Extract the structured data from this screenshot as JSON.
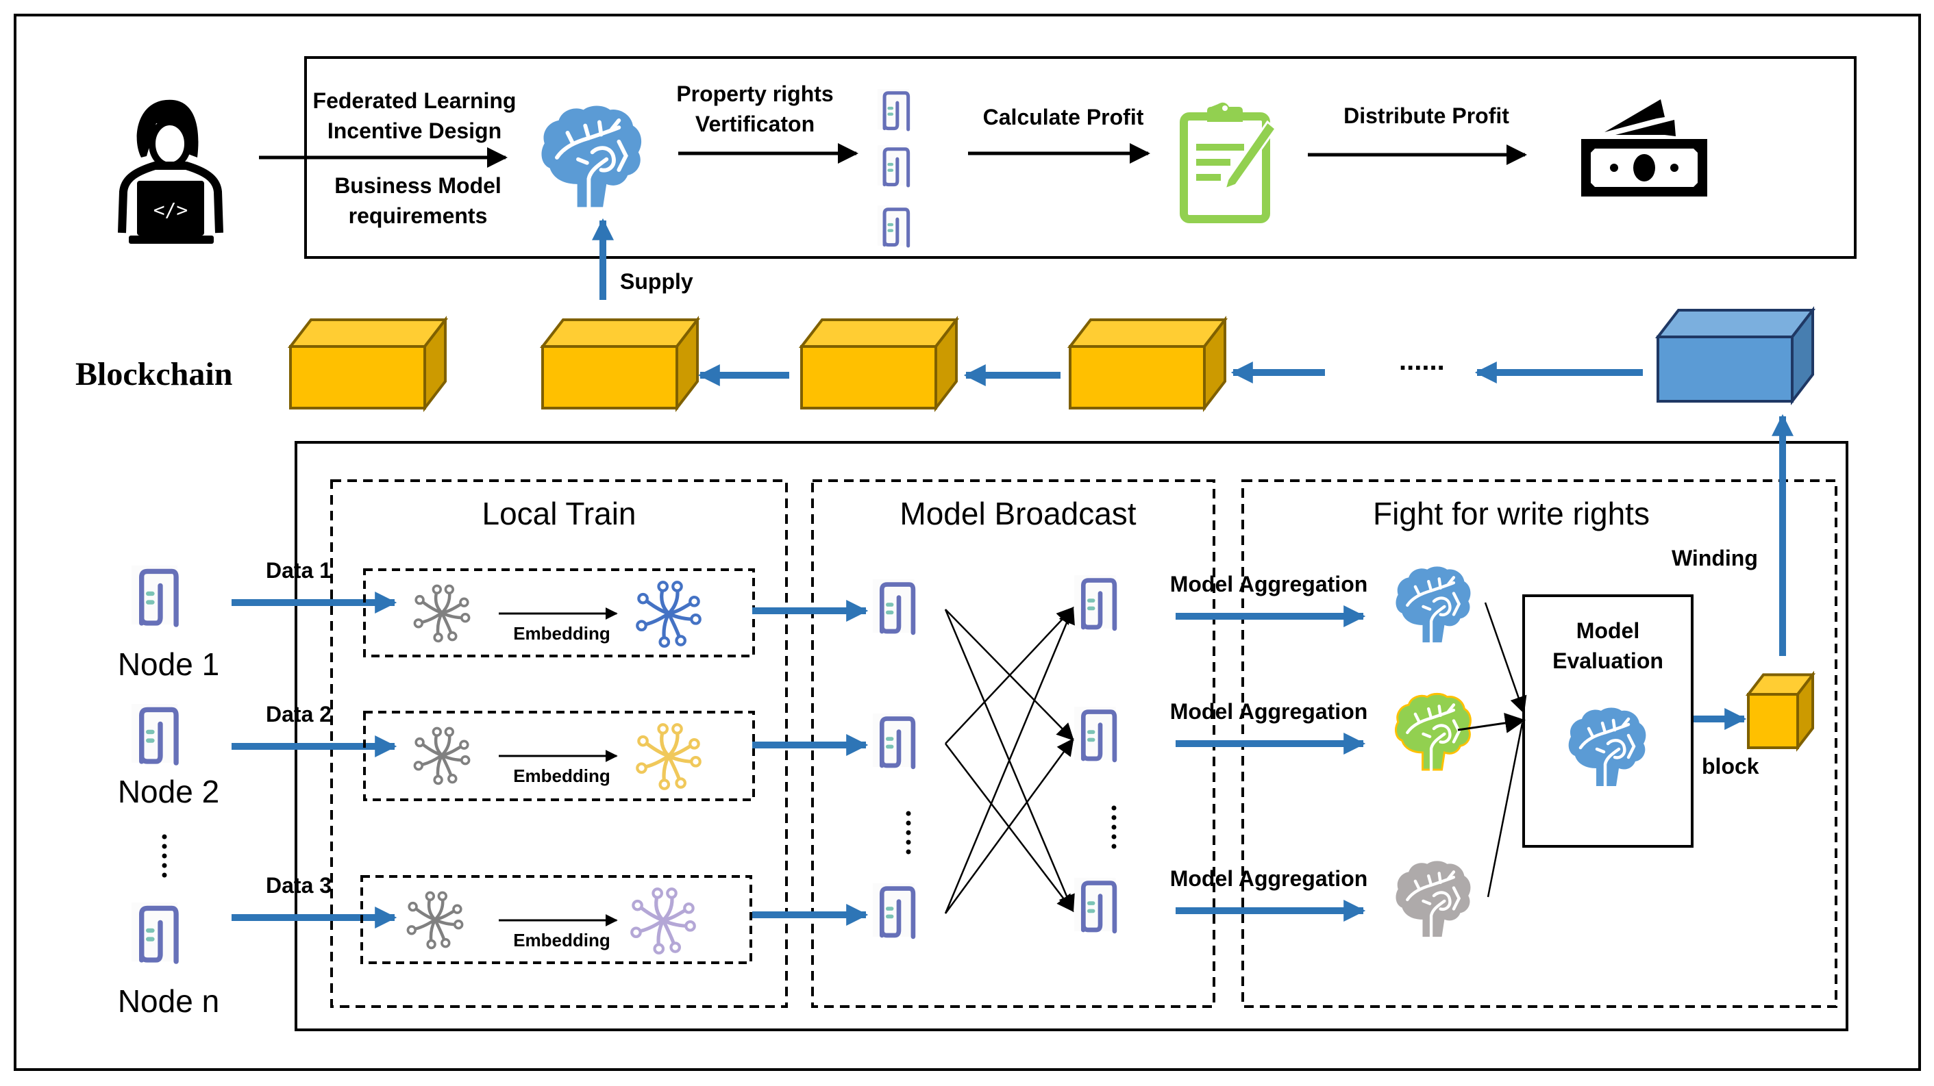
{
  "diagram": {
    "top_flow": {
      "developer_input_line1": "Federated Learning",
      "developer_input_line2": "Incentive Design",
      "developer_input_line3": "Business Model",
      "developer_input_line4": "requirements",
      "step_verification_line1": "Property rights",
      "step_verification_line2": "Vertificaton",
      "step_calculate": "Calculate Profit",
      "step_distribute": "Distribute Profit",
      "supply_label": "Supply"
    },
    "blockchain": {
      "label": "Blockchain",
      "ellipsis": "......",
      "colors": {
        "block_fill": "#FFC000",
        "block_stroke": "#7F6000",
        "new_block_fill": "#5B9BD5",
        "new_block_stroke": "#1F3864",
        "arrow": "#2E75B6"
      }
    },
    "sections": {
      "local_train": "Local Train",
      "model_broadcast": "Model Broadcast",
      "fight_write_rights": "Fight for write rights"
    },
    "nodes": [
      {
        "label": "Node  1",
        "data": "Data 1",
        "embedding": "Embedding",
        "embed_color": "#4472C4"
      },
      {
        "label": "Node  2",
        "data": "Data 2",
        "embedding": "Embedding",
        "embed_color": "#F0C85A"
      },
      {
        "label": "Node  n",
        "data": "Data 3",
        "embedding": "Embedding",
        "embed_color": "#B4A7D6"
      }
    ],
    "node_ellipsis": "......",
    "aggregation": [
      {
        "label": "Model Aggregation",
        "brain_color": "#5B9BD5"
      },
      {
        "label": "Model Aggregation",
        "brain_color": "#92D050"
      },
      {
        "label": "Model Aggregation",
        "brain_color": "#AEAAAA"
      }
    ],
    "evaluation_line1": "Model",
    "evaluation_line2": "Evaluation",
    "block_label": "block",
    "winding_label": "Winding"
  }
}
